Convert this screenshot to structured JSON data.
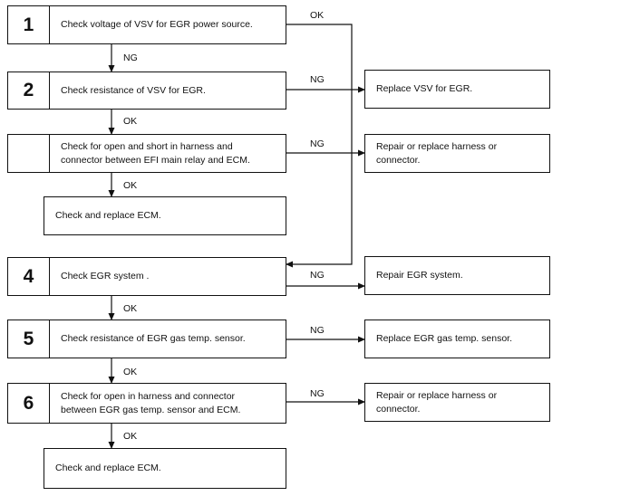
{
  "steps": [
    {
      "number": "1",
      "text": "Check voltage of VSV for EGR power source."
    },
    {
      "number": "2",
      "text": "Check resistance of VSV for EGR."
    },
    {
      "number": "",
      "text": "Check for open and short in harness and\nconnector between EFI main relay and ECM."
    },
    {
      "number": "",
      "text": "Check and replace ECM."
    },
    {
      "number": "4",
      "text": "Check EGR system ."
    },
    {
      "number": "5",
      "text": "Check resistance of EGR gas temp. sensor."
    },
    {
      "number": "6",
      "text": "Check for open in harness and connector\nbetween EGR gas temp. sensor and ECM."
    },
    {
      "number": "",
      "text": "Check and replace ECM."
    }
  ],
  "actions": [
    {
      "text": "Replace VSV for EGR."
    },
    {
      "text": "Repair or replace harness or\nconnector."
    },
    {
      "text": "Repair EGR system."
    },
    {
      "text": "Replace EGR gas temp. sensor."
    },
    {
      "text": "Repair or replace harness or\nconnector."
    }
  ],
  "labels": {
    "step1_ok": "OK",
    "step1_ng": "NG",
    "step2_ng": "NG",
    "step2_ok": "OK",
    "step3_ng": "NG",
    "step3_ok": "OK",
    "step4_ng": "NG",
    "step4_ok": "OK",
    "step5_ng": "NG",
    "step5_ok": "OK",
    "step6_ng": "NG",
    "step6_ok": "OK"
  }
}
